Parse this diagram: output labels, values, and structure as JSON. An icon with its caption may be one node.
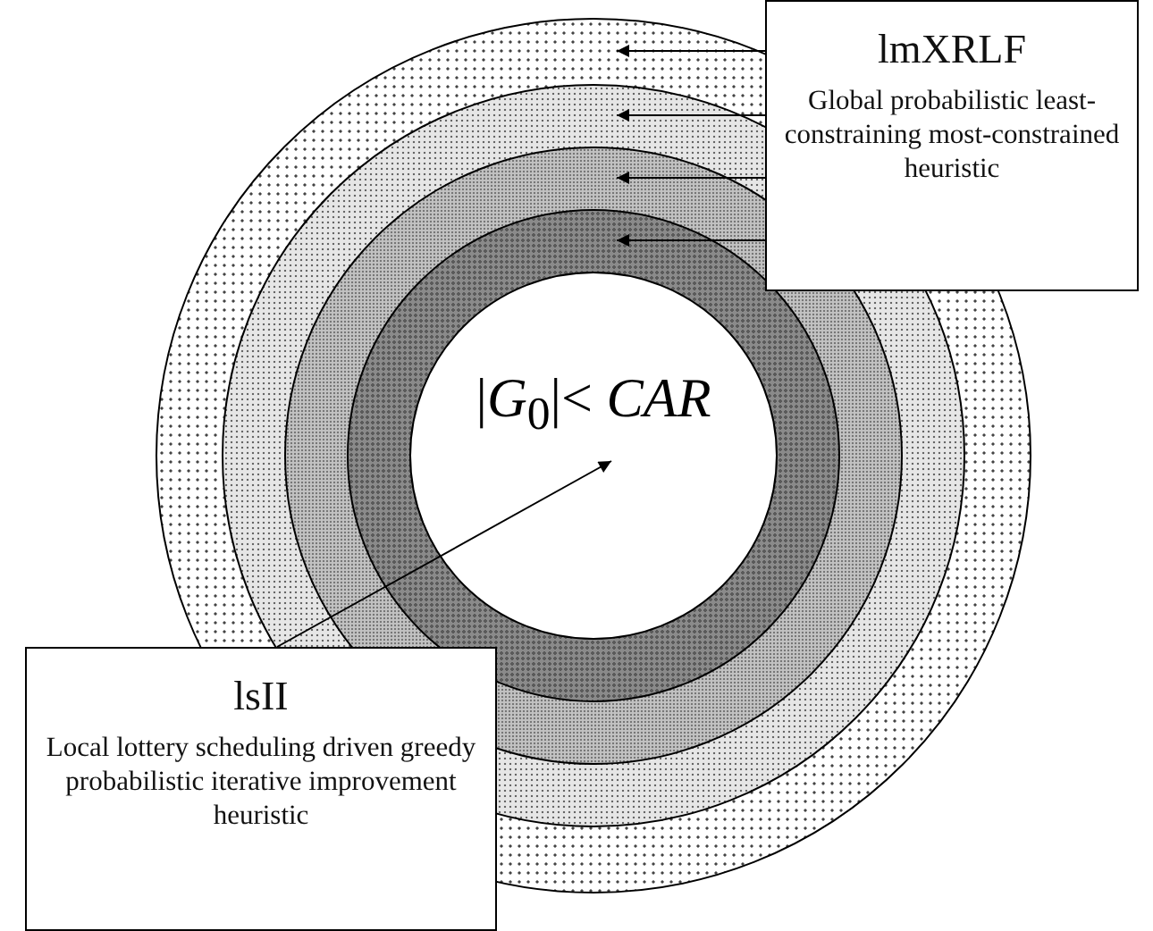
{
  "diagram": {
    "nodes": [
      {
        "text": [
          "lmXRLF",
          "Global probabilistic least-constraining most-constrained heuristic"
        ]
      },
      {
        "text": [],
        "shape": "circle"
      },
      {
        "text": [],
        "shape": "circle",
        "in": 1
      },
      {
        "text": [],
        "shape": "circle",
        "in": 2
      },
      {
        "text": [],
        "shape": "circle",
        "in": 3
      },
      {
        "text": [
          "|*G*$_{0}$|< *CAR*"
        ],
        "in": 4
      },
      {
        "text": [
          "lsII",
          "Local lottery scheduling driven greedy probabilistic iterative improvement heuristic"
        ]
      }
    ],
    "edges": [
      {
        "from": 0,
        "to": 1,
        "arrow": "to"
      },
      {
        "from": 0,
        "to": 2,
        "arrow": "to"
      },
      {
        "from": 0,
        "to": 3,
        "arrow": "to"
      },
      {
        "from": 0,
        "to": 4,
        "arrow": "to"
      },
      {
        "from": 6,
        "to": 5,
        "arrow": "to"
      }
    ]
  }
}
